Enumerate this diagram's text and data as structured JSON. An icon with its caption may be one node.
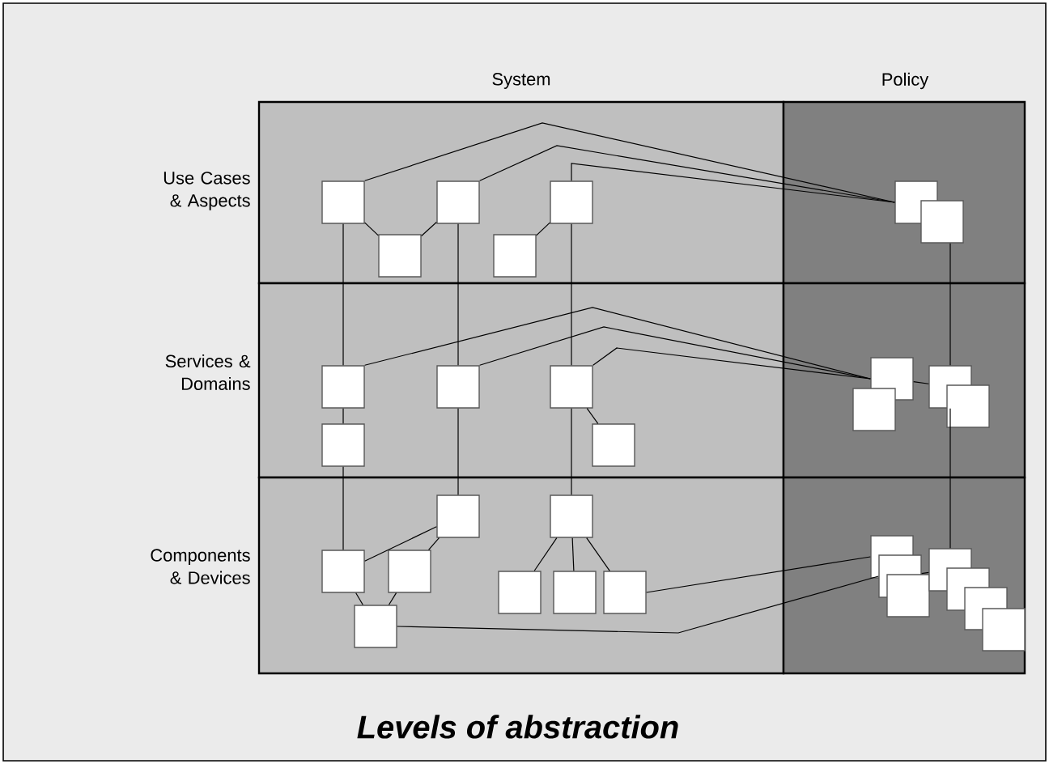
{
  "diagram": {
    "caption": "Levels of abstraction",
    "nodes": [
      {
        "text": [],
        "shape": "box"
      },
      {
        "text": [],
        "shape": "box"
      },
      {
        "text": [],
        "shape": "box"
      },
      {
        "text": [],
        "shape": "box"
      },
      {
        "text": [],
        "shape": "box"
      },
      {
        "text": [],
        "shape": "box"
      },
      {
        "text": [],
        "shape": "box"
      },
      {
        "text": [],
        "shape": "box"
      },
      {
        "text": [],
        "shape": "box"
      },
      {
        "text": [],
        "shape": "box"
      },
      {
        "text": [],
        "shape": "box"
      },
      {
        "text": [],
        "shape": "box"
      },
      {
        "text": [],
        "shape": "box"
      },
      {
        "text": [],
        "shape": "box"
      },
      {
        "text": [],
        "shape": "box"
      },
      {
        "text": [],
        "shape": "box"
      },
      {
        "text": [],
        "shape": "box"
      },
      {
        "text": [],
        "shape": "box"
      },
      {
        "text": [],
        "shape": "box"
      },
      {
        "text": [],
        "shape": "box"
      },
      {
        "text": [],
        "shape": "box"
      },
      {
        "text": [],
        "shape": "box"
      },
      {
        "text": [],
        "shape": "box"
      },
      {
        "text": [],
        "shape": "box"
      },
      {
        "text": [],
        "shape": "box"
      },
      {
        "text": [],
        "shape": "box"
      },
      {
        "text": [],
        "shape": "box"
      },
      {
        "text": [],
        "shape": "box"
      },
      {
        "text": [],
        "shape": "box"
      },
      {
        "text": [],
        "shape": "box"
      },
      {
        "text": [],
        "shape": "box"
      }
    ],
    "edges": [
      {
        "from": 0,
        "to": 1,
        "arrow": "none"
      },
      {
        "from": 2,
        "to": 1,
        "arrow": "none"
      },
      {
        "from": 4,
        "to": 3,
        "arrow": "none"
      },
      {
        "from": 0,
        "to": 5,
        "arrow": "none"
      },
      {
        "from": 2,
        "to": 5,
        "arrow": "none"
      },
      {
        "from": 4,
        "to": 5,
        "arrow": "none"
      },
      {
        "from": 0,
        "to": 7,
        "arrow": "none"
      },
      {
        "from": 2,
        "to": 8,
        "arrow": "none"
      },
      {
        "from": 4,
        "to": 9,
        "arrow": "none"
      },
      {
        "from": 6,
        "to": 14,
        "arrow": "none"
      },
      {
        "from": 7,
        "to": 10,
        "arrow": "none"
      },
      {
        "from": 7,
        "to": 12,
        "arrow": "none"
      },
      {
        "from": 8,
        "to": 12,
        "arrow": "none"
      },
      {
        "from": 9,
        "to": 12,
        "arrow": "none"
      },
      {
        "from": 9,
        "to": 11,
        "arrow": "none"
      },
      {
        "from": 12,
        "to": 14,
        "arrow": "none"
      },
      {
        "from": 10,
        "to": 18,
        "arrow": "none"
      },
      {
        "from": 8,
        "to": 16,
        "arrow": "none"
      },
      {
        "from": 9,
        "to": 17,
        "arrow": "none"
      },
      {
        "from": 14,
        "to": 27,
        "arrow": "none"
      },
      {
        "from": 18,
        "to": 16,
        "arrow": "none"
      },
      {
        "from": 19,
        "to": 16,
        "arrow": "none"
      },
      {
        "from": 18,
        "to": 20,
        "arrow": "none"
      },
      {
        "from": 19,
        "to": 20,
        "arrow": "none"
      },
      {
        "from": 17,
        "to": 21,
        "arrow": "none"
      },
      {
        "from": 17,
        "to": 22,
        "arrow": "none"
      },
      {
        "from": 17,
        "to": 23,
        "arrow": "none"
      },
      {
        "from": 23,
        "to": 24,
        "arrow": "none"
      },
      {
        "from": 20,
        "to": 25,
        "arrow": "none"
      },
      {
        "from": 25,
        "to": 27,
        "arrow": "none"
      }
    ],
    "labels": [
      "System",
      "Policy",
      "Use Cases & Aspects",
      "Services & Domains",
      "Components & Devices"
    ]
  }
}
